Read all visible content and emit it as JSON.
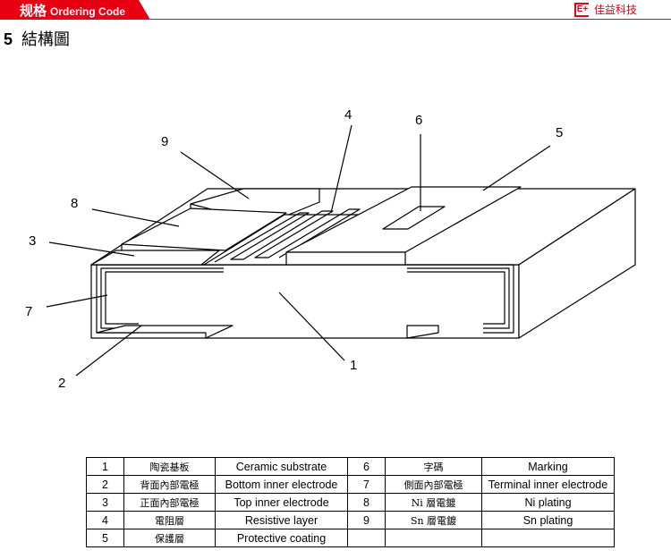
{
  "header": {
    "title_cn": "规格",
    "title_en": "Ordering Code",
    "logo_mark": "E+",
    "logo_text": "佳益科技",
    "accent_color": "#e60012"
  },
  "section": {
    "number": "5",
    "title": "結構圖"
  },
  "callouts": {
    "c1": "1",
    "c2": "2",
    "c3": "3",
    "c4": "4",
    "c5": "5",
    "c6": "6",
    "c7": "7",
    "c8": "8",
    "c9": "9"
  },
  "legend": {
    "rows": [
      [
        {
          "no": "1",
          "cn": "陶瓷基板",
          "en": "Ceramic substrate"
        },
        {
          "no": "6",
          "cn": "字碼",
          "en": "Marking"
        }
      ],
      [
        {
          "no": "2",
          "cn": "背面內部電極",
          "en": "Bottom inner electrode"
        },
        {
          "no": "7",
          "cn": "側面內部電極",
          "en": "Terminal inner electrode"
        }
      ],
      [
        {
          "no": "3",
          "cn": "正面內部電極",
          "en": "Top inner electrode"
        },
        {
          "no": "8",
          "cn": "Ni 層電鍍",
          "en": "Ni plating"
        }
      ],
      [
        {
          "no": "4",
          "cn": "電阻層",
          "en": "Resistive layer"
        },
        {
          "no": "9",
          "cn": "Sn 層電鍍",
          "en": "Sn plating"
        }
      ],
      [
        {
          "no": "5",
          "cn": "保護層",
          "en": "Protective coating"
        },
        {
          "no": "",
          "cn": "",
          "en": ""
        }
      ]
    ]
  }
}
